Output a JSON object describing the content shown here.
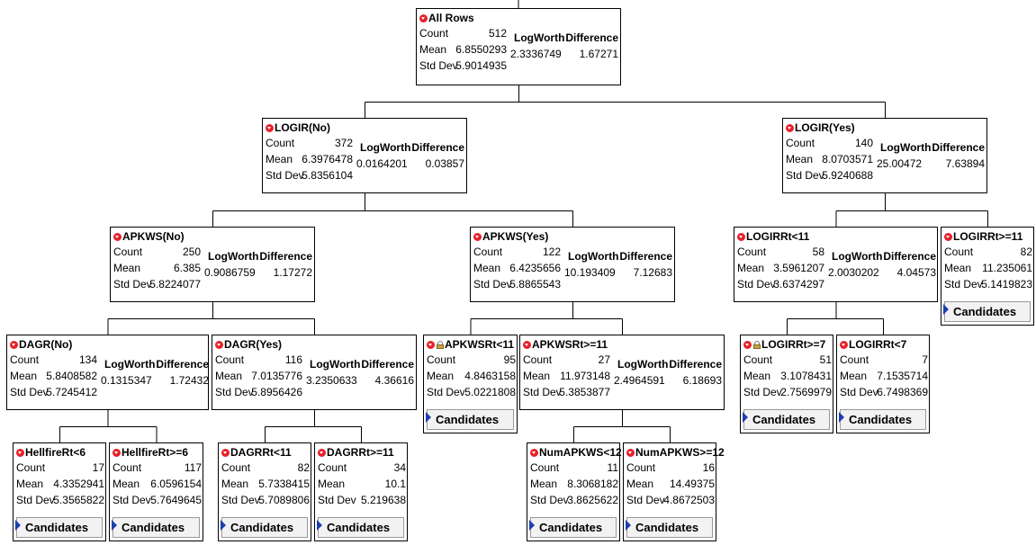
{
  "labels": {
    "count": "Count",
    "mean": "Mean",
    "std": "Std Dev",
    "logworth": "LogWorth",
    "difference": "Difference",
    "candidates": "Candidates"
  },
  "nodes": [
    {
      "title": "All Rows",
      "count": "512",
      "mean": "6.8550293",
      "std": "5.9014935",
      "logworth": "2.3336749",
      "difference": "1.67271"
    },
    {
      "title": "LOGIR(No)",
      "count": "372",
      "mean": "6.3976478",
      "std": "5.8356104",
      "logworth": "0.0164201",
      "difference": "0.03857"
    },
    {
      "title": "LOGIR(Yes)",
      "count": "140",
      "mean": "8.0703571",
      "std": "5.9240688",
      "logworth": "25.00472",
      "difference": "7.63894"
    },
    {
      "title": "APKWS(No)",
      "count": "250",
      "mean": "6.385",
      "std": "5.8224077",
      "logworth": "0.9086759",
      "difference": "1.17272"
    },
    {
      "title": "APKWS(Yes)",
      "count": "122",
      "mean": "6.4235656",
      "std": "5.8865543",
      "logworth": "10.193409",
      "difference": "7.12683"
    },
    {
      "title": "LOGIRRt<11",
      "count": "58",
      "mean": "3.5961207",
      "std": "3.6374297",
      "logworth": "2.0030202",
      "difference": "4.04573"
    },
    {
      "title": "LOGIRRt>=11",
      "count": "82",
      "mean": "11.235061",
      "std": "5.1419823"
    },
    {
      "title": "DAGR(No)",
      "count": "134",
      "mean": "5.8408582",
      "std": "5.7245412",
      "logworth": "0.1315347",
      "difference": "1.72432"
    },
    {
      "title": "DAGR(Yes)",
      "count": "116",
      "mean": "7.0135776",
      "std": "5.8956426",
      "logworth": "3.2350633",
      "difference": "4.36616"
    },
    {
      "title": "APKWSRt<11",
      "count": "95",
      "mean": "4.8463158",
      "std": "5.0221808"
    },
    {
      "title": "APKWSRt>=11",
      "count": "27",
      "mean": "11.973148",
      "std": "5.3853877",
      "logworth": "2.4964591",
      "difference": "6.18693"
    },
    {
      "title": "LOGIRRt>=7",
      "count": "51",
      "mean": "3.1078431",
      "std": "2.7569979"
    },
    {
      "title": "LOGIRRt<7",
      "count": "7",
      "mean": "7.1535714",
      "std": "6.7498369"
    },
    {
      "title": "HellfireRt<6",
      "count": "17",
      "mean": "4.3352941",
      "std": "5.3565822"
    },
    {
      "title": "HellfireRt>=6",
      "count": "117",
      "mean": "6.0596154",
      "std": "5.7649645"
    },
    {
      "title": "DAGRRt<11",
      "count": "82",
      "mean": "5.7338415",
      "std": "5.7089806"
    },
    {
      "title": "DAGRRt>=11",
      "count": "34",
      "mean": "10.1",
      "std": "5.219638"
    },
    {
      "title": "NumAPKWS<12",
      "count": "11",
      "mean": "8.3068182",
      "std": "3.8625622"
    },
    {
      "title": "NumAPKWS>=12",
      "count": "16",
      "mean": "14.49375",
      "std": "4.8672503"
    }
  ]
}
